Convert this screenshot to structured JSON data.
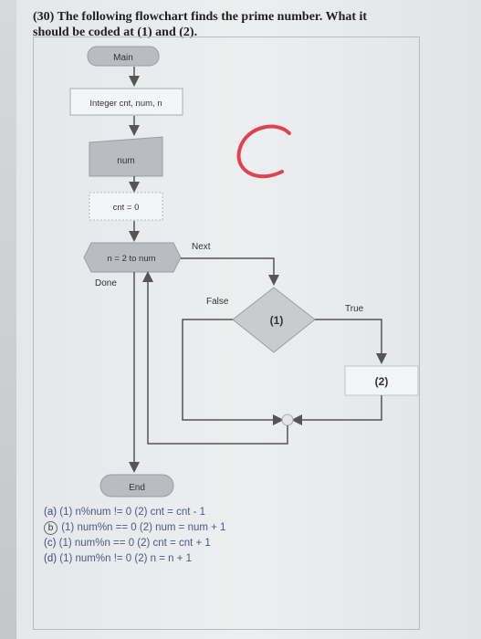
{
  "question": {
    "number": "(30)",
    "text_line1": "The following flowchart finds the prime number. What it",
    "text_line2": "should be coded at (1) and (2)."
  },
  "flowchart": {
    "main": "Main",
    "declare": "Integer cnt, num, n",
    "input": "num",
    "init": "cnt = 0",
    "loop": "n = 2 to num",
    "next": "Next",
    "done": "Done",
    "cond_false": "False",
    "cond_true": "True",
    "cond": "(1)",
    "action": "(2)",
    "end": "End"
  },
  "handwritten_mark": "C",
  "answers": [
    {
      "letter": "(a)",
      "text": "(1) n%num != 0 (2) cnt = cnt - 1",
      "circled": false
    },
    {
      "letter": "b",
      "text": "(1) num%n == 0 (2) num = num + 1",
      "circled": true
    },
    {
      "letter": "(c)",
      "text": "(1) num%n == 0 (2) cnt = cnt + 1",
      "circled": false
    },
    {
      "letter": "(d)",
      "text": "(1) num%n != 0 (2) n = n + 1",
      "circled": false
    }
  ],
  "colors": {
    "arrow": "#555555",
    "box_fill": "#f4f5f6",
    "main_fill": "#b9bcc1",
    "handmark": "#e2424f"
  }
}
